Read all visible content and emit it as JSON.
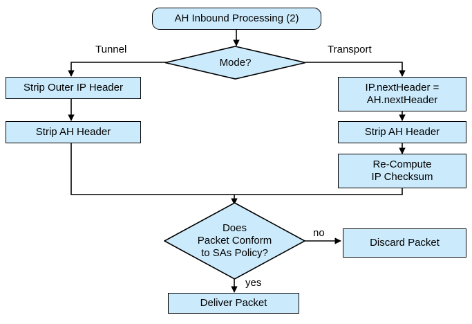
{
  "diagram": {
    "title": "AH Inbound Processing (2)",
    "colors": {
      "node_fill": "#cbeafb",
      "stroke": "#000000",
      "background": "#ffffff",
      "text": "#000000"
    },
    "nodes": {
      "start": {
        "label": "AH Inbound Processing (2)",
        "shape": "rounded-rectangle"
      },
      "mode_decision": {
        "label": "Mode?",
        "shape": "diamond"
      },
      "strip_outer_ip_header": {
        "label": "Strip Outer IP Header",
        "shape": "rectangle"
      },
      "strip_ah_header_tunnel": {
        "label": "Strip AH Header",
        "shape": "rectangle"
      },
      "set_next_header": {
        "label": "IP.nextHeader =\nAH.nextHeader",
        "shape": "rectangle"
      },
      "strip_ah_header_transport": {
        "label": "Strip AH Header",
        "shape": "rectangle"
      },
      "recompute_checksum": {
        "label": "Re-Compute\nIP Checksum",
        "shape": "rectangle"
      },
      "policy_decision": {
        "label": "Does\nPacket Conform\nto SAs Policy?",
        "shape": "diamond"
      },
      "discard_packet": {
        "label": "Discard Packet",
        "shape": "rectangle"
      },
      "deliver_packet": {
        "label": "Deliver Packet",
        "shape": "rectangle"
      }
    },
    "edge_labels": {
      "tunnel": "Tunnel",
      "transport": "Transport",
      "no": "no",
      "yes": "yes"
    }
  }
}
